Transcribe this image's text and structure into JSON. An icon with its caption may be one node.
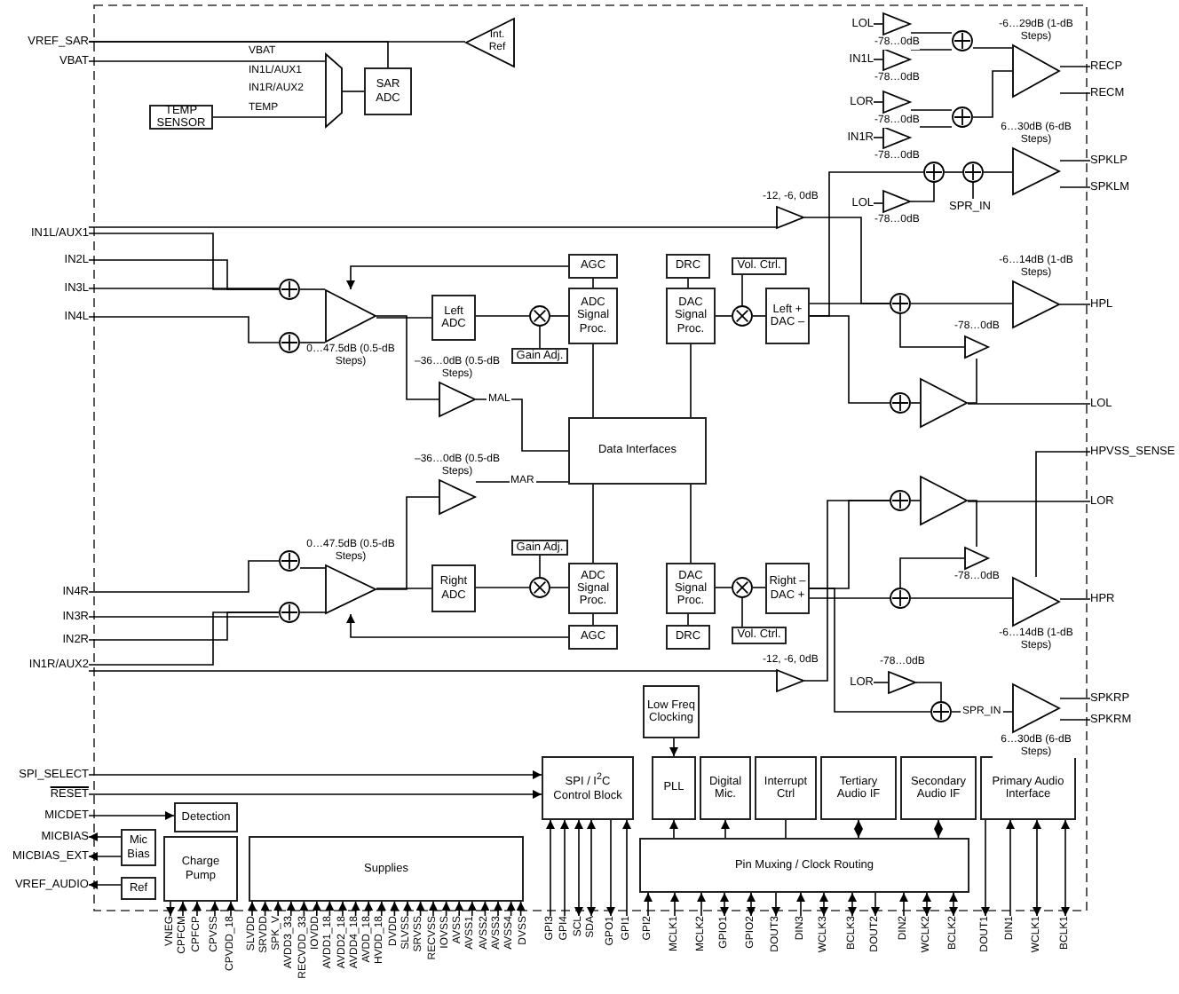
{
  "diagram": {
    "nodes": [
      {
        "text": [
          "VREF_SAR"
        ]
      },
      {
        "text": [
          "VBAT"
        ]
      },
      {
        "text": [
          "Int. Ref"
        ]
      },
      {
        "text": [
          "TEMP SENSOR"
        ]
      },
      {
        "text": [],
        "shape": "trapezoid"
      },
      {
        "text": [
          "SAR ADC"
        ]
      },
      {
        "text": [
          "IN1L/AUX1"
        ]
      },
      {
        "text": [
          "IN2L"
        ]
      },
      {
        "text": [
          "IN3L"
        ]
      },
      {
        "text": [
          "IN4L"
        ]
      },
      {
        "text": [],
        "shape": "circle"
      },
      {
        "text": [],
        "shape": "circle"
      },
      {
        "text": [],
        "shape": "triangle",
        "beside": [
          "0…47.5dB (0.5-dB Steps)"
        ]
      },
      {
        "text": [
          "Left ADC"
        ]
      },
      {
        "text": [],
        "shape": "circle"
      },
      {
        "text": [
          "Gain Adj."
        ]
      },
      {
        "text": [
          "AGC"
        ]
      },
      {
        "text": [
          "ADC Signal Proc."
        ]
      },
      {
        "text": [],
        "shape": "triangle",
        "beside": [
          "–36…0dB (0.5-dB Steps)"
        ]
      },
      {
        "text": [
          "Data Interfaces"
        ]
      },
      {
        "text": [
          "DRC"
        ]
      },
      {
        "text": [
          "Vol. Ctrl."
        ]
      },
      {
        "text": [
          "DAC Signal Proc."
        ]
      },
      {
        "text": [],
        "shape": "circle"
      },
      {
        "text": [
          "Left + DAC –"
        ]
      },
      {
        "text": [],
        "shape": "triangle",
        "beside": [
          "–36…0dB (0.5-dB Steps)"
        ]
      },
      {
        "text": [],
        "shape": "triangle",
        "beside": [
          "0…47.5dB (0.5-dB Steps)"
        ]
      },
      {
        "text": [],
        "shape": "circle"
      },
      {
        "text": [],
        "shape": "circle"
      },
      {
        "text": [
          "Right ADC"
        ]
      },
      {
        "text": [],
        "shape": "circle"
      },
      {
        "text": [
          "Gain Adj."
        ]
      },
      {
        "text": [
          "ADC Signal Proc."
        ]
      },
      {
        "text": [
          "AGC"
        ]
      },
      {
        "text": [
          "DAC Signal Proc."
        ]
      },
      {
        "text": [
          "DRC"
        ]
      },
      {
        "text": [
          "Vol. Ctrl."
        ]
      },
      {
        "text": [],
        "shape": "circle"
      },
      {
        "text": [
          "Right – DAC +"
        ]
      },
      {
        "text": [
          "IN4R"
        ]
      },
      {
        "text": [
          "IN3R"
        ]
      },
      {
        "text": [
          "IN2R"
        ]
      },
      {
        "text": [
          "IN1R/AUX2"
        ]
      },
      {
        "text": [
          "LOL"
        ]
      },
      {
        "text": [
          "IN1L"
        ]
      },
      {
        "text": [
          "LOR"
        ]
      },
      {
        "text": [
          "IN1R"
        ]
      },
      {
        "text": [],
        "shape": "triangle",
        "beside": [
          "-78…0dB"
        ]
      },
      {
        "text": [],
        "shape": "triangle",
        "beside": [
          "-78…0dB"
        ]
      },
      {
        "text": [],
        "shape": "triangle",
        "beside": [
          "-78…0dB"
        ]
      },
      {
        "text": [],
        "shape": "triangle",
        "beside": [
          "-78…0dB"
        ]
      },
      {
        "text": [],
        "shape": "circle"
      },
      {
        "text": [],
        "shape": "circle"
      },
      {
        "text": [],
        "shape": "triangle",
        "beside": [
          "-6…29dB (1-dB Steps)"
        ]
      },
      {
        "text": [
          "RECP"
        ]
      },
      {
        "text": [
          "RECM"
        ]
      },
      {
        "text": [],
        "shape": "circle"
      },
      {
        "text": [],
        "shape": "circle"
      },
      {
        "text": [
          "SPR_IN"
        ]
      },
      {
        "text": [
          "LOL"
        ]
      },
      {
        "text": [],
        "shape": "triangle",
        "beside": [
          "-78…0dB"
        ]
      },
      {
        "text": [],
        "shape": "triangle",
        "beside": [
          "6…30dB (6-dB Steps)"
        ]
      },
      {
        "text": [
          "SPKLP"
        ]
      },
      {
        "text": [
          "SPKLM"
        ]
      },
      {
        "text": [],
        "shape": "triangle",
        "beside": [
          "-12, -6, 0dB"
        ]
      },
      {
        "text": [],
        "shape": "circle"
      },
      {
        "text": [],
        "shape": "triangle",
        "beside": [
          "-6…14dB (1-dB Steps)"
        ]
      },
      {
        "text": [
          "HPL"
        ]
      },
      {
        "text": [],
        "shape": "triangle",
        "beside": [
          "-78…0dB"
        ]
      },
      {
        "text": [],
        "shape": "circle"
      },
      {
        "text": [],
        "shape": "triangle"
      },
      {
        "text": [
          "LOL"
        ]
      },
      {
        "text": [
          "HPVSS_SENSE"
        ]
      },
      {
        "text": [],
        "shape": "circle"
      },
      {
        "text": [],
        "shape": "triangle"
      },
      {
        "text": [
          "LOR"
        ]
      },
      {
        "text": [],
        "shape": "triangle",
        "beside": [
          "-78…0dB"
        ]
      },
      {
        "text": [],
        "shape": "circle"
      },
      {
        "text": [],
        "shape": "triangle",
        "beside": [
          "-6…14dB (1-dB Steps)"
        ]
      },
      {
        "text": [
          "HPR"
        ]
      },
      {
        "text": [],
        "shape": "triangle",
        "beside": [
          "-12, -6, 0dB"
        ]
      },
      {
        "text": [
          "LOR"
        ]
      },
      {
        "text": [],
        "shape": "triangle",
        "beside": [
          "-78…0dB"
        ]
      },
      {
        "text": [],
        "shape": "circle"
      },
      {
        "text": [],
        "shape": "triangle",
        "beside": [
          "6…30dB (6-dB Steps)"
        ]
      },
      {
        "text": [
          "SPKRP"
        ]
      },
      {
        "text": [
          "SPKRM"
        ]
      },
      {
        "text": [
          "SPI_SELECT"
        ]
      },
      {
        "text": [
          "RESET"
        ]
      },
      {
        "text": [
          "MICDET"
        ]
      },
      {
        "text": [
          "MICBIAS"
        ]
      },
      {
        "text": [
          "MICBIAS_EXT"
        ]
      },
      {
        "text": [
          "VREF_AUDIO"
        ]
      },
      {
        "text": [
          "Detection"
        ]
      },
      {
        "text": [
          "Mic Bias"
        ]
      },
      {
        "text": [
          "Ref"
        ]
      },
      {
        "text": [
          "Charge Pump"
        ]
      },
      {
        "text": [
          "Supplies"
        ]
      },
      {
        "text": [
          "SPI / I$^{2}$C Control Block"
        ]
      },
      {
        "text": [
          "Low Freq Clocking"
        ]
      },
      {
        "text": [
          "PLL"
        ]
      },
      {
        "text": [
          "Digital Mic."
        ]
      },
      {
        "text": [
          "Interrupt Ctrl"
        ]
      },
      {
        "text": [
          "Tertiary Audio IF"
        ]
      },
      {
        "text": [
          "Secondary Audio IF"
        ]
      },
      {
        "text": [
          "Primary Audio Interface"
        ]
      },
      {
        "text": [
          "Pin Muxing / Clock Routing"
        ]
      },
      {
        "text": [
          "VNEG"
        ]
      },
      {
        "text": [
          "CPFCM"
        ]
      },
      {
        "text": [
          "CPFCP"
        ]
      },
      {
        "text": [
          "CPVSS"
        ]
      },
      {
        "text": [
          "CPVDD_18"
        ]
      },
      {
        "text": [
          "SLVDD"
        ]
      },
      {
        "text": [
          "SRVDD"
        ]
      },
      {
        "text": [
          "SPK_V"
        ]
      },
      {
        "text": [
          "AVDD3_33"
        ]
      },
      {
        "text": [
          "RECVDD_33"
        ]
      },
      {
        "text": [
          "IOVDD"
        ]
      },
      {
        "text": [
          "AVDD1_18"
        ]
      },
      {
        "text": [
          "AVDD2_18"
        ]
      },
      {
        "text": [
          "AVDD4_18"
        ]
      },
      {
        "text": [
          "AVDD_18"
        ]
      },
      {
        "text": [
          "HVDD_18"
        ]
      },
      {
        "text": [
          "DVDD"
        ]
      },
      {
        "text": [
          "SLVSS"
        ]
      },
      {
        "text": [
          "SRVSS"
        ]
      },
      {
        "text": [
          "RECVSS"
        ]
      },
      {
        "text": [
          "IOVSS"
        ]
      },
      {
        "text": [
          "AVSS"
        ]
      },
      {
        "text": [
          "AVSS1"
        ]
      },
      {
        "text": [
          "AVSS2"
        ]
      },
      {
        "text": [
          "AVSS3"
        ]
      },
      {
        "text": [
          "AVSS4"
        ]
      },
      {
        "text": [
          "DVSS"
        ]
      },
      {
        "text": [
          "GPI3"
        ]
      },
      {
        "text": [
          "GPI4"
        ]
      },
      {
        "text": [
          "SCL"
        ]
      },
      {
        "text": [
          "SDA"
        ]
      },
      {
        "text": [
          "GPO1"
        ]
      },
      {
        "text": [
          "GPI1"
        ]
      },
      {
        "text": [
          "GPI2"
        ]
      },
      {
        "text": [
          "MCLK1"
        ]
      },
      {
        "text": [
          "MCLK2"
        ]
      },
      {
        "text": [
          "GPIO1"
        ]
      },
      {
        "text": [
          "GPIO2"
        ]
      },
      {
        "text": [
          "DOUT3"
        ]
      },
      {
        "text": [
          "DIN3"
        ]
      },
      {
        "text": [
          "WCLK3"
        ]
      },
      {
        "text": [
          "BCLK3"
        ]
      },
      {
        "text": [
          "DOUT2"
        ]
      },
      {
        "text": [
          "DIN2"
        ]
      },
      {
        "text": [
          "WCLK2"
        ]
      },
      {
        "text": [
          "BCLK2"
        ]
      },
      {
        "text": [
          "DOUT1"
        ]
      },
      {
        "text": [
          "DIN1"
        ]
      },
      {
        "text": [
          "WCLK1"
        ]
      },
      {
        "text": [
          "BCLK1"
        ]
      }
    ],
    "edges": [
      {
        "from": 0,
        "to": 2,
        "arrow": "none"
      },
      {
        "from": 0,
        "to": 5,
        "arrow": "none"
      },
      {
        "from": 1,
        "to": 4,
        "arrow": "none"
      },
      {
        "from": 3,
        "to": 4,
        "arrow": "none"
      },
      {
        "from": 4,
        "to": 5,
        "arrow": "none"
      },
      {
        "from": 6,
        "to": 10,
        "arrow": "none"
      },
      {
        "from": 7,
        "to": 10,
        "arrow": "none"
      },
      {
        "from": 8,
        "to": 10,
        "arrow": "none"
      },
      {
        "from": 9,
        "to": 11,
        "arrow": "none"
      },
      {
        "from": 6,
        "to": 64,
        "arrow": "none"
      },
      {
        "from": 10,
        "to": 12,
        "arrow": "none"
      },
      {
        "from": 11,
        "to": 12,
        "arrow": "none"
      },
      {
        "from": 12,
        "to": 13,
        "arrow": "none"
      },
      {
        "from": 12,
        "to": 18,
        "arrow": "none"
      },
      {
        "from": 13,
        "to": 14,
        "arrow": "none"
      },
      {
        "from": 15,
        "to": 14,
        "arrow": "none"
      },
      {
        "from": 14,
        "to": 17,
        "arrow": "none"
      },
      {
        "from": 17,
        "to": 16,
        "arrow": "none"
      },
      {
        "from": 16,
        "to": 12,
        "arrow": "to"
      },
      {
        "from": 17,
        "to": 19,
        "arrow": "none"
      },
      {
        "from": 18,
        "to": 19,
        "arrow": "none",
        "label": "MAL"
      },
      {
        "from": 19,
        "to": 22,
        "arrow": "none"
      },
      {
        "from": 20,
        "to": 22,
        "arrow": "none"
      },
      {
        "from": 22,
        "to": 23,
        "arrow": "none"
      },
      {
        "from": 21,
        "to": 23,
        "arrow": "none"
      },
      {
        "from": 23,
        "to": 24,
        "arrow": "none"
      },
      {
        "from": 19,
        "to": 34,
        "arrow": "none"
      },
      {
        "from": 35,
        "to": 34,
        "arrow": "none"
      },
      {
        "from": 34,
        "to": 37,
        "arrow": "none"
      },
      {
        "from": 36,
        "to": 37,
        "arrow": "none"
      },
      {
        "from": 37,
        "to": 38,
        "arrow": "none"
      },
      {
        "from": 39,
        "to": 27,
        "arrow": "none"
      },
      {
        "from": 40,
        "to": 28,
        "arrow": "none"
      },
      {
        "from": 41,
        "to": 28,
        "arrow": "none"
      },
      {
        "from": 42,
        "to": 28,
        "arrow": "none"
      },
      {
        "from": 42,
        "to": 80,
        "arrow": "none"
      },
      {
        "from": 27,
        "to": 26,
        "arrow": "none"
      },
      {
        "from": 28,
        "to": 26,
        "arrow": "none"
      },
      {
        "from": 26,
        "to": 29,
        "arrow": "none"
      },
      {
        "from": 29,
        "to": 30,
        "arrow": "none"
      },
      {
        "from": 31,
        "to": 30,
        "arrow": "none"
      },
      {
        "from": 30,
        "to": 32,
        "arrow": "none"
      },
      {
        "from": 32,
        "to": 33,
        "arrow": "none"
      },
      {
        "from": 33,
        "to": 26,
        "arrow": "to"
      },
      {
        "from": 32,
        "to": 19,
        "arrow": "none"
      },
      {
        "from": 26,
        "to": 25,
        "arrow": "none"
      },
      {
        "from": 25,
        "to": 19,
        "arrow": "none",
        "label": "MAR"
      },
      {
        "from": 43,
        "to": 47,
        "arrow": "none"
      },
      {
        "from": 44,
        "to": 48,
        "arrow": "none"
      },
      {
        "from": 45,
        "to": 49,
        "arrow": "none"
      },
      {
        "from": 46,
        "to": 50,
        "arrow": "none"
      },
      {
        "from": 47,
        "to": 51,
        "arrow": "none"
      },
      {
        "from": 48,
        "to": 51,
        "arrow": "none"
      },
      {
        "from": 49,
        "to": 52,
        "arrow": "none"
      },
      {
        "from": 50,
        "to": 52,
        "arrow": "none"
      },
      {
        "from": 51,
        "to": 53,
        "arrow": "none"
      },
      {
        "from": 52,
        "to": 53,
        "arrow": "none"
      },
      {
        "from": 53,
        "to": 54,
        "arrow": "none"
      },
      {
        "from": 53,
        "to": 55,
        "arrow": "none"
      },
      {
        "from": 24,
        "to": 56,
        "arrow": "none"
      },
      {
        "from": 59,
        "to": 60,
        "arrow": "none"
      },
      {
        "from": 60,
        "to": 56,
        "arrow": "none"
      },
      {
        "from": 56,
        "to": 57,
        "arrow": "none"
      },
      {
        "from": 58,
        "to": 57,
        "arrow": "none"
      },
      {
        "from": 57,
        "to": 61,
        "arrow": "none"
      },
      {
        "from": 61,
        "to": 62,
        "arrow": "none"
      },
      {
        "from": 61,
        "to": 63,
        "arrow": "none"
      },
      {
        "from": 64,
        "to": 65,
        "arrow": "none"
      },
      {
        "from": 24,
        "to": 65,
        "arrow": "none"
      },
      {
        "from": 65,
        "to": 66,
        "arrow": "none"
      },
      {
        "from": 66,
        "to": 67,
        "arrow": "none"
      },
      {
        "from": 24,
        "to": 69,
        "arrow": "none"
      },
      {
        "from": 69,
        "to": 70,
        "arrow": "none"
      },
      {
        "from": 70,
        "to": 71,
        "arrow": "none"
      },
      {
        "from": 70,
        "to": 68,
        "arrow": "none"
      },
      {
        "from": 68,
        "to": 65,
        "arrow": "none"
      },
      {
        "from": 38,
        "to": 73,
        "arrow": "none"
      },
      {
        "from": 80,
        "to": 73,
        "arrow": "none"
      },
      {
        "from": 73,
        "to": 74,
        "arrow": "none"
      },
      {
        "from": 74,
        "to": 75,
        "arrow": "none"
      },
      {
        "from": 74,
        "to": 76,
        "arrow": "none"
      },
      {
        "from": 76,
        "to": 77,
        "arrow": "none"
      },
      {
        "from": 38,
        "to": 77,
        "arrow": "none"
      },
      {
        "from": 77,
        "to": 78,
        "arrow": "none"
      },
      {
        "from": 78,
        "to": 79,
        "arrow": "none"
      },
      {
        "from": 78,
        "to": 72,
        "arrow": "none"
      },
      {
        "from": 38,
        "to": 83,
        "arrow": "none"
      },
      {
        "from": 81,
        "to": 82,
        "arrow": "none"
      },
      {
        "from": 82,
        "to": 83,
        "arrow": "none"
      },
      {
        "from": 83,
        "to": 84,
        "arrow": "none",
        "label": "SPR_IN"
      },
      {
        "from": 84,
        "to": 85,
        "arrow": "none"
      },
      {
        "from": 84,
        "to": 86,
        "arrow": "none"
      },
      {
        "from": 87,
        "to": 98,
        "arrow": "to"
      },
      {
        "from": 88,
        "to": 98,
        "arrow": "to"
      },
      {
        "from": 89,
        "to": 93,
        "arrow": "to"
      },
      {
        "from": 94,
        "to": 90,
        "arrow": "to"
      },
      {
        "from": 94,
        "to": 91,
        "arrow": "to"
      },
      {
        "from": 95,
        "to": 92,
        "arrow": "to"
      },
      {
        "from": 99,
        "to": 100,
        "arrow": "to"
      },
      {
        "from": 106,
        "to": 100,
        "arrow": "to"
      },
      {
        "from": 106,
        "to": 101,
        "arrow": "to"
      },
      {
        "from": 102,
        "to": 106,
        "arrow": "none"
      },
      {
        "from": 106,
        "to": 103,
        "arrow": "both"
      },
      {
        "from": 106,
        "to": 104,
        "arrow": "both"
      },
      {
        "from": 96,
        "to": 107,
        "arrow": "to"
      },
      {
        "from": 108,
        "to": 96,
        "arrow": "to"
      },
      {
        "from": 109,
        "to": 96,
        "arrow": "to"
      },
      {
        "from": 110,
        "to": 96,
        "arrow": "to"
      },
      {
        "from": 111,
        "to": 96,
        "arrow": "to"
      },
      {
        "from": 112,
        "to": 97,
        "arrow": "to"
      },
      {
        "from": 113,
        "to": 97,
        "arrow": "to"
      },
      {
        "from": 114,
        "to": 97,
        "arrow": "to"
      },
      {
        "from": 115,
        "to": 97,
        "arrow": "to"
      },
      {
        "from": 116,
        "to": 97,
        "arrow": "to"
      },
      {
        "from": 117,
        "to": 97,
        "arrow": "to"
      },
      {
        "from": 118,
        "to": 97,
        "arrow": "to"
      },
      {
        "from": 119,
        "to": 97,
        "arrow": "to"
      },
      {
        "from": 120,
        "to": 97,
        "arrow": "to"
      },
      {
        "from": 121,
        "to": 97,
        "arrow": "to"
      },
      {
        "from": 122,
        "to": 97,
        "arrow": "to"
      },
      {
        "from": 123,
        "to": 97,
        "arrow": "to"
      },
      {
        "from": 124,
        "to": 97,
        "arrow": "to"
      },
      {
        "from": 125,
        "to": 97,
        "arrow": "to"
      },
      {
        "from": 126,
        "to": 97,
        "arrow": "to"
      },
      {
        "from": 127,
        "to": 97,
        "arrow": "to"
      },
      {
        "from": 128,
        "to": 97,
        "arrow": "to"
      },
      {
        "from": 129,
        "to": 97,
        "arrow": "to"
      },
      {
        "from": 130,
        "to": 97,
        "arrow": "to"
      },
      {
        "from": 131,
        "to": 97,
        "arrow": "to"
      },
      {
        "from": 132,
        "to": 97,
        "arrow": "to"
      },
      {
        "from": 133,
        "to": 97,
        "arrow": "to"
      },
      {
        "from": 134,
        "to": 98,
        "arrow": "to"
      },
      {
        "from": 135,
        "to": 98,
        "arrow": "to"
      },
      {
        "from": 136,
        "to": 98,
        "arrow": "both"
      },
      {
        "from": 137,
        "to": 98,
        "arrow": "both"
      },
      {
        "from": 98,
        "to": 138,
        "arrow": "to"
      },
      {
        "from": 139,
        "to": 98,
        "arrow": "to"
      },
      {
        "from": 140,
        "to": 106,
        "arrow": "to"
      },
      {
        "from": 141,
        "to": 106,
        "arrow": "to"
      },
      {
        "from": 142,
        "to": 106,
        "arrow": "to"
      },
      {
        "from": 143,
        "to": 106,
        "arrow": "both"
      },
      {
        "from": 144,
        "to": 106,
        "arrow": "both"
      },
      {
        "from": 106,
        "to": 145,
        "arrow": "to"
      },
      {
        "from": 146,
        "to": 106,
        "arrow": "to"
      },
      {
        "from": 147,
        "to": 106,
        "arrow": "both"
      },
      {
        "from": 148,
        "to": 106,
        "arrow": "both"
      },
      {
        "from": 106,
        "to": 149,
        "arrow": "to"
      },
      {
        "from": 150,
        "to": 106,
        "arrow": "to"
      },
      {
        "from": 151,
        "to": 106,
        "arrow": "both"
      },
      {
        "from": 152,
        "to": 106,
        "arrow": "both"
      },
      {
        "from": 105,
        "to": 153,
        "arrow": "to"
      },
      {
        "from": 154,
        "to": 105,
        "arrow": "to"
      },
      {
        "from": 155,
        "to": 105,
        "arrow": "both"
      },
      {
        "from": 156,
        "to": 105,
        "arrow": "both"
      }
    ],
    "labels": [
      "VBAT",
      "IN1L/AUX1",
      "IN1R/AUX2",
      "TEMP"
    ]
  }
}
